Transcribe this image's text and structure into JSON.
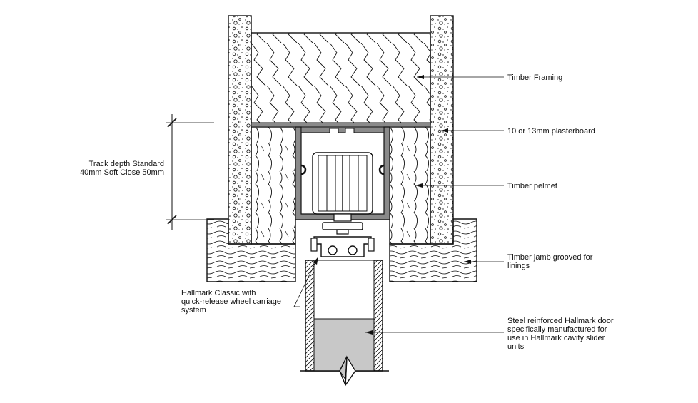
{
  "labels": {
    "timber_framing": "Timber Framing",
    "plasterboard": "10 or 13mm plasterboard",
    "timber_pelmet": "Timber pelmet",
    "track_depth": [
      "Track depth Standard",
      "40mm Soft Close 50mm"
    ],
    "timber_jamb": [
      "Timber jamb grooved for",
      "linings"
    ],
    "wheel_carriage": [
      "Hallmark Classic with",
      "quick-release wheel carriage",
      "system"
    ],
    "steel_door": [
      "Steel reinforced Hallmark door",
      "specifically manufactured for",
      "use in Hallmark cavity slider",
      "units"
    ]
  },
  "colors": {
    "line": "#111111",
    "track_fill": "#8a8a8a",
    "door_core": "#c8c8c8"
  }
}
